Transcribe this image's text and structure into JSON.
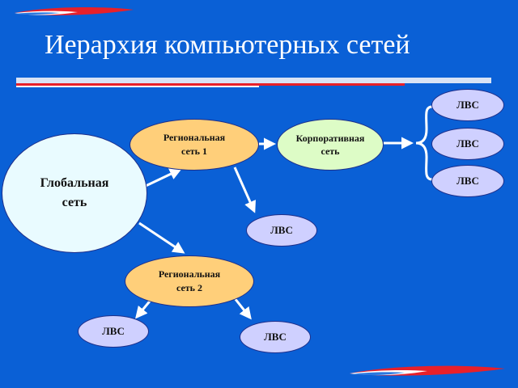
{
  "title": "Иерархия компьютерных сетей",
  "nodes": {
    "global": "Глобальная\nсеть",
    "regional_1": "Региональная\nсеть 1",
    "regional_2": "Региональная\nсеть 2",
    "corporate": "Корпоративная\nсеть",
    "lan_label": "ЛВС"
  },
  "colors": {
    "background": "#0a60d6",
    "accent_red": "#e8202a",
    "accent_white": "#ffffff",
    "lan_fill": "#cfd0ff",
    "regional_fill": "#ffcf7a",
    "corporate_fill": "#ddfcc6",
    "global_fill": "#e9fbff",
    "arrow": "#ffffff"
  }
}
